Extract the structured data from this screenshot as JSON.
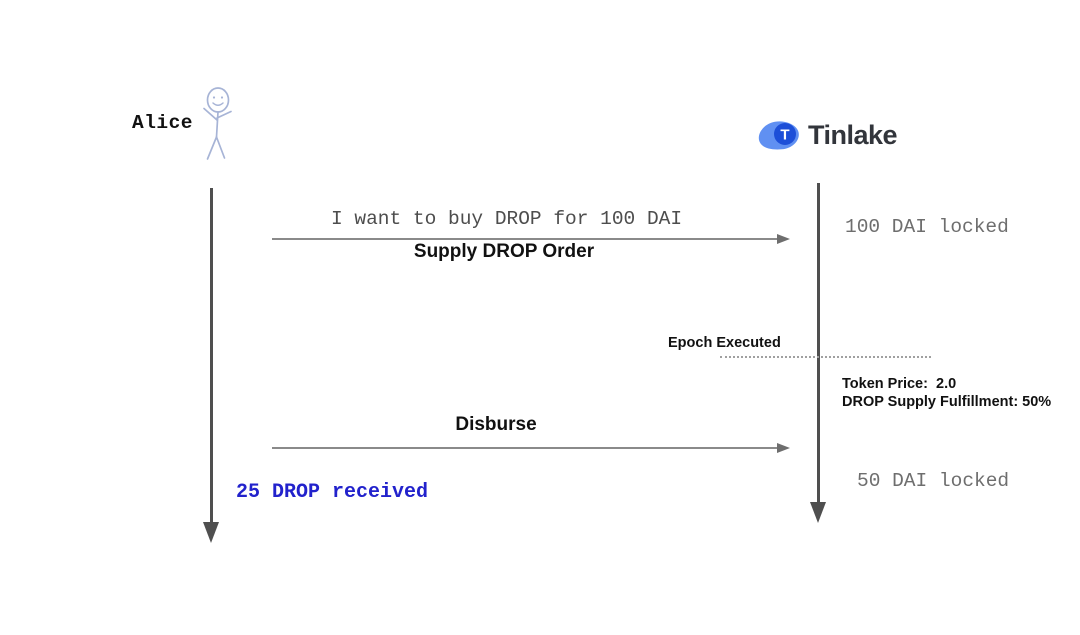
{
  "actors": {
    "alice_label": "Alice",
    "tinlake_label": "Tinlake",
    "tinlake_icon_letter": "T"
  },
  "messages": {
    "msg1_note": "I want to buy DROP for 100 DAI",
    "msg1_label": "Supply DROP Order",
    "msg2_label": "Disburse"
  },
  "annotations": {
    "dai_locked_1": "100 DAI locked",
    "epoch_executed": "Epoch Executed",
    "token_price": "Token Price:  2.0",
    "drop_supply_fulfillment": "DROP Supply Fulfillment: 50%",
    "drop_received": "25 DROP received",
    "dai_locked_2": "50 DAI locked"
  },
  "colors": {
    "lifeline_gray": "#4f4f4f",
    "message_arrow_gray": "#8a8a8a",
    "note_text_gray": "#4d4d4d",
    "locked_text_gray": "#6e6e6e",
    "received_text_blue": "#2222cc",
    "label_black": "#111111",
    "tinlake_text_dark": "#32353b",
    "tinlake_blue_dark": "#1d4fd8",
    "tinlake_blue_light": "#6090f2",
    "stick_figure_stroke": "#a7b4d6",
    "dotted_line_gray": "#a0a0a0"
  }
}
